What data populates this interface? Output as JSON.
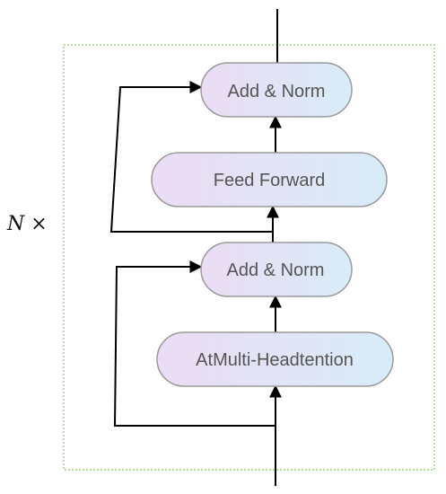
{
  "diagram": {
    "repeat_label": "N ×",
    "nodes": {
      "add_norm_top": "Add & Norm",
      "feed_forward": "Feed Forward",
      "add_norm_bottom": "Add & Norm",
      "attention": "AtMulti-Headtention"
    }
  },
  "colors": {
    "node_gradient_start": "#ecdcf4",
    "node_gradient_end": "#d8ecf8",
    "node_border": "#9a9a9a",
    "frame_border": "#8cc66a",
    "arrow": "#000000"
  }
}
